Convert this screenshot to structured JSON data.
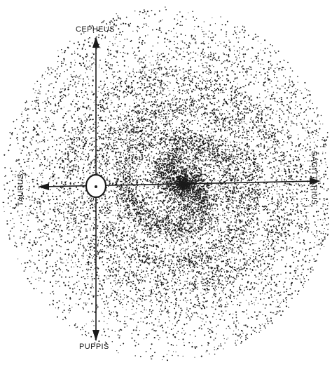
{
  "labels": {
    "top": "CEPHEUS",
    "bottom": "PUPPIS",
    "left": "TAURUS.",
    "right": "SAGITTARIUS"
  },
  "colors": {
    "background": "#ffffff",
    "ink": "#1a1a1a"
  },
  "icons": {
    "sun_marker": "sun-position-icon",
    "arrows": "axis-arrow-icon"
  }
}
